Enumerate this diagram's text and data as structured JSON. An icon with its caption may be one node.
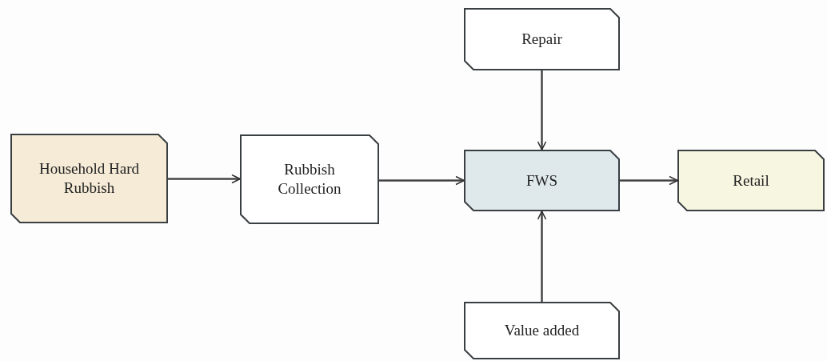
{
  "diagram": {
    "nodes": [
      {
        "text": [
          "Household Hard Rubbish"
        ]
      },
      {
        "text": [
          "Rubbish Collection"
        ]
      },
      {
        "text": [
          "FWS"
        ]
      },
      {
        "text": [
          "Retail"
        ]
      },
      {
        "text": [
          "Repair"
        ]
      },
      {
        "text": [
          "Value added"
        ]
      }
    ],
    "edges": [
      {
        "from": 0,
        "to": 1,
        "arrow": "to"
      },
      {
        "from": 1,
        "to": 2,
        "arrow": "to"
      },
      {
        "from": 2,
        "to": 3,
        "arrow": "to"
      },
      {
        "from": 4,
        "to": 2,
        "arrow": "to"
      },
      {
        "from": 5,
        "to": 2,
        "arrow": "to"
      }
    ]
  }
}
